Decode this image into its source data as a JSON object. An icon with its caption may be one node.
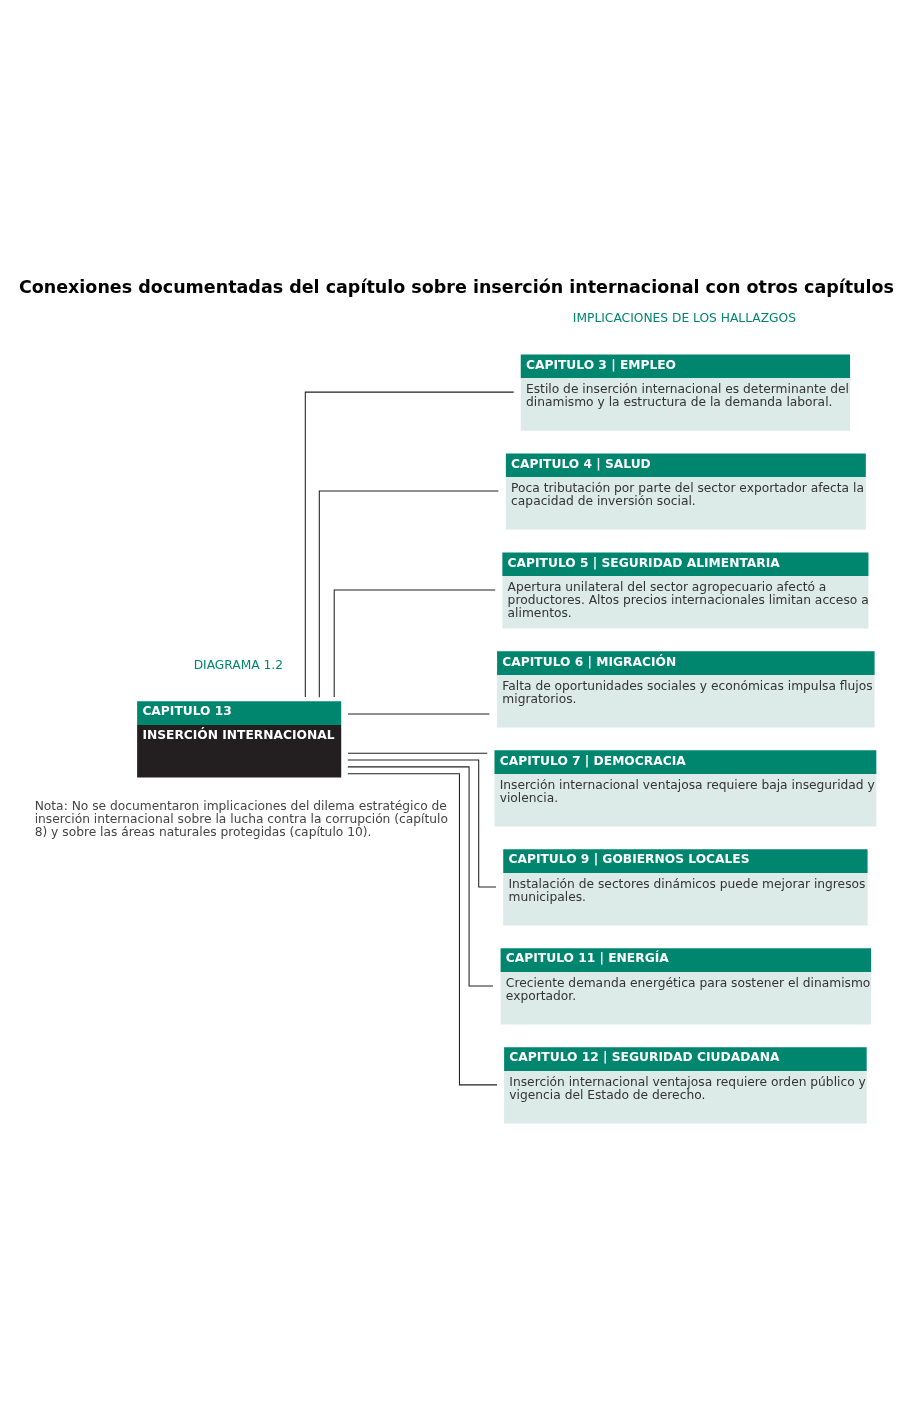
{
  "diagram": {
    "title": "Conexiones documentadas del capítulo sobre inserción internacional con otros capítulos",
    "nodes": [
      {
        "text": [
          "CAPITULO 13",
          "INSERCIÓN INTERNACIONAL"
        ]
      },
      {
        "text": [
          "CAPITULO 3 | EMPLEO",
          "Estilo de inserción internacional es determinante del dinamismo y la estructura de la demanda laboral."
        ]
      },
      {
        "text": [
          "CAPITULO 4 | SALUD",
          "Poca tributación por parte del sector exportador afecta la capacidad de inversión social."
        ]
      },
      {
        "text": [
          "CAPITULO 5 | SEGURIDAD ALIMENTARIA",
          "Apertura unilateral del sector agropecuario afectó a productores. Altos precios internacionales limitan acceso a alimentos."
        ]
      },
      {
        "text": [
          "CAPITULO 6 | MIGRACIÓN",
          "Falta de oportunidades sociales y económicas impulsa flujos migratorios."
        ]
      },
      {
        "text": [
          "CAPITULO 7 | DEMOCRACIA",
          "Inserción internacional ventajosa requiere baja inseguridad y violencia."
        ]
      },
      {
        "text": [
          "CAPITULO 9 | GOBIERNOS LOCALES",
          "Instalación de sectores dinámicos puede mejorar ingresos municipales."
        ]
      },
      {
        "text": [
          "CAPITULO 11 | ENERGÍA",
          "Creciente demanda energética para sostener el dinamismo exportador."
        ]
      },
      {
        "text": [
          "CAPITULO 12 | SEGURIDAD CIUDADANA",
          "Inserción internacional ventajosa requiere orden público y vigencia del Estado de derecho."
        ]
      }
    ],
    "edges": [
      {
        "from": 0,
        "to": 1,
        "arrow": "none"
      },
      {
        "from": 0,
        "to": 2,
        "arrow": "none"
      },
      {
        "from": 0,
        "to": 3,
        "arrow": "none"
      },
      {
        "from": 0,
        "to": 4,
        "arrow": "none"
      },
      {
        "from": 0,
        "to": 5,
        "arrow": "none"
      },
      {
        "from": 0,
        "to": 6,
        "arrow": "none"
      },
      {
        "from": 0,
        "to": 7,
        "arrow": "none"
      },
      {
        "from": 0,
        "to": 8,
        "arrow": "none"
      }
    ],
    "labels": [
      "DIAGRAMA 1.2",
      "IMPLICACIONES DE LOS HALLAZGOS",
      "Nota: No se documentaron implicaciones del dilema estratégico de inserción internacional sobre la lucha contra la corrupción (capítulo 8) y sobre las áreas naturales protegidas (capítulo 10)."
    ]
  }
}
